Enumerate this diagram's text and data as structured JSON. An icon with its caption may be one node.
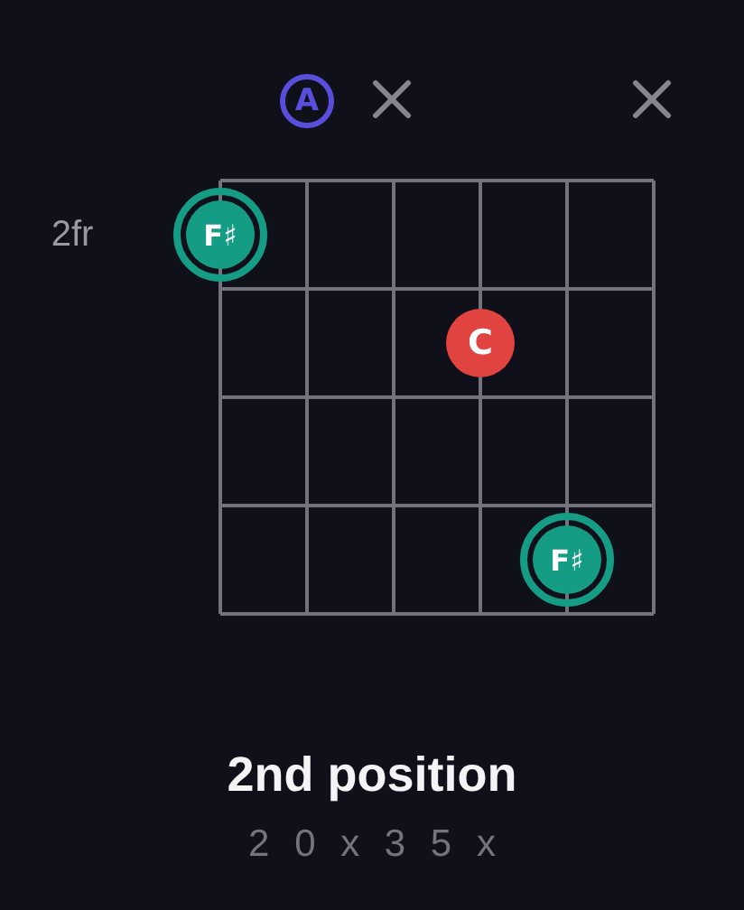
{
  "diagram": {
    "title": "2nd position",
    "caption": "2 0 x 3 5 x",
    "nodes": [
      {
        "text": [
          "A"
        ]
      },
      {
        "text": [
          "F♯"
        ]
      },
      {
        "text": [
          "C"
        ]
      },
      {
        "text": [
          "F♯"
        ]
      }
    ],
    "labels": [
      "2fr"
    ]
  }
}
